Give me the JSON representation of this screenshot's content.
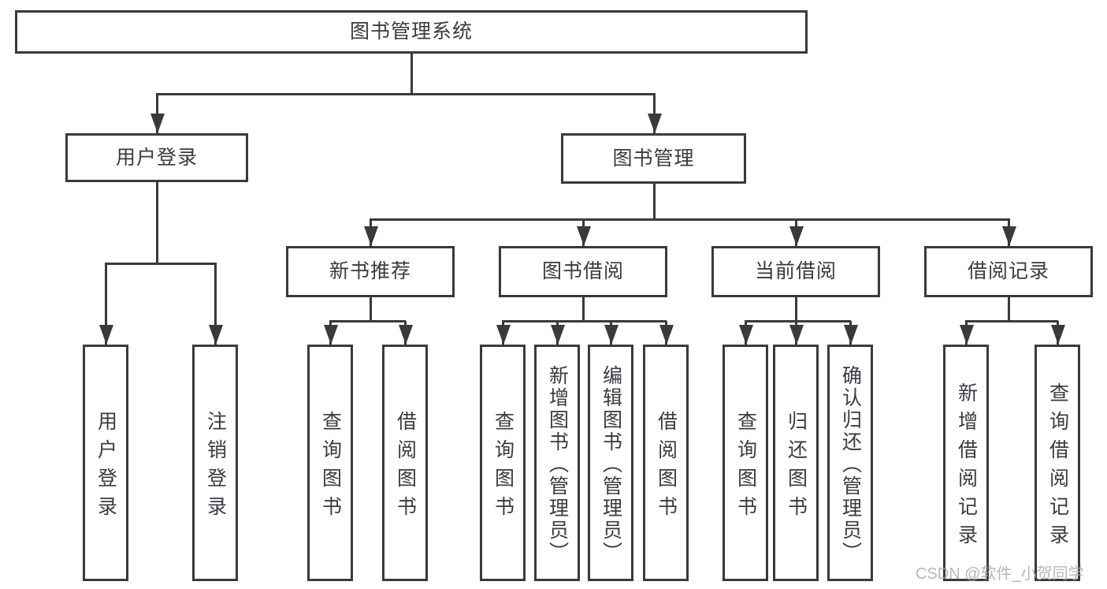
{
  "colors": {
    "line": "#3a3a3a",
    "text": "#3a3a40",
    "watermark": "#a6a6ac"
  },
  "watermark": "CSDN @软件_小贺同学",
  "tree": {
    "root": "图书管理系统",
    "branches": [
      {
        "label": "用户登录",
        "children": [
          "用户登录",
          "注销登录"
        ]
      },
      {
        "label": "图书管理",
        "children": [
          {
            "label": "新书推荐",
            "children": [
              "查询图书",
              "借阅图书"
            ]
          },
          {
            "label": "图书借阅",
            "children": [
              "查询图书",
              "新增图书（管理员）",
              "编辑图书（管理员）",
              "借阅图书"
            ]
          },
          {
            "label": "当前借阅",
            "children": [
              "查询图书",
              "归还图书",
              "确认归还（管理员）"
            ]
          },
          {
            "label": "借阅记录",
            "children": [
              "新增借阅记录",
              "查询借阅记录"
            ]
          }
        ]
      }
    ]
  }
}
